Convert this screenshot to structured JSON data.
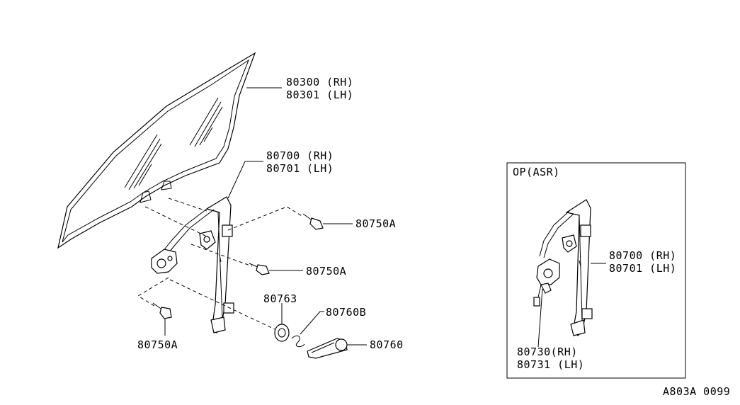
{
  "diagram": {
    "labels": {
      "glass_rh": "80300 (RH)",
      "glass_lh": "80301 (LH)",
      "regulator_rh": "80700 (RH)",
      "regulator_lh": "80701 (LH)",
      "bolt_upper": "80750A",
      "bolt_middle": "80750A",
      "bolt_lower": "80750A",
      "washer": "80763",
      "clip": "80760B",
      "handle": "80760",
      "inset_regulator_rh": "80700 (RH)",
      "inset_regulator_lh": "80701 (LH)",
      "motor_rh": "80730(RH)",
      "motor_lh": "80731 (LH)"
    },
    "inset": {
      "title": "OP(ASR)"
    },
    "code": "A803A 0099"
  }
}
